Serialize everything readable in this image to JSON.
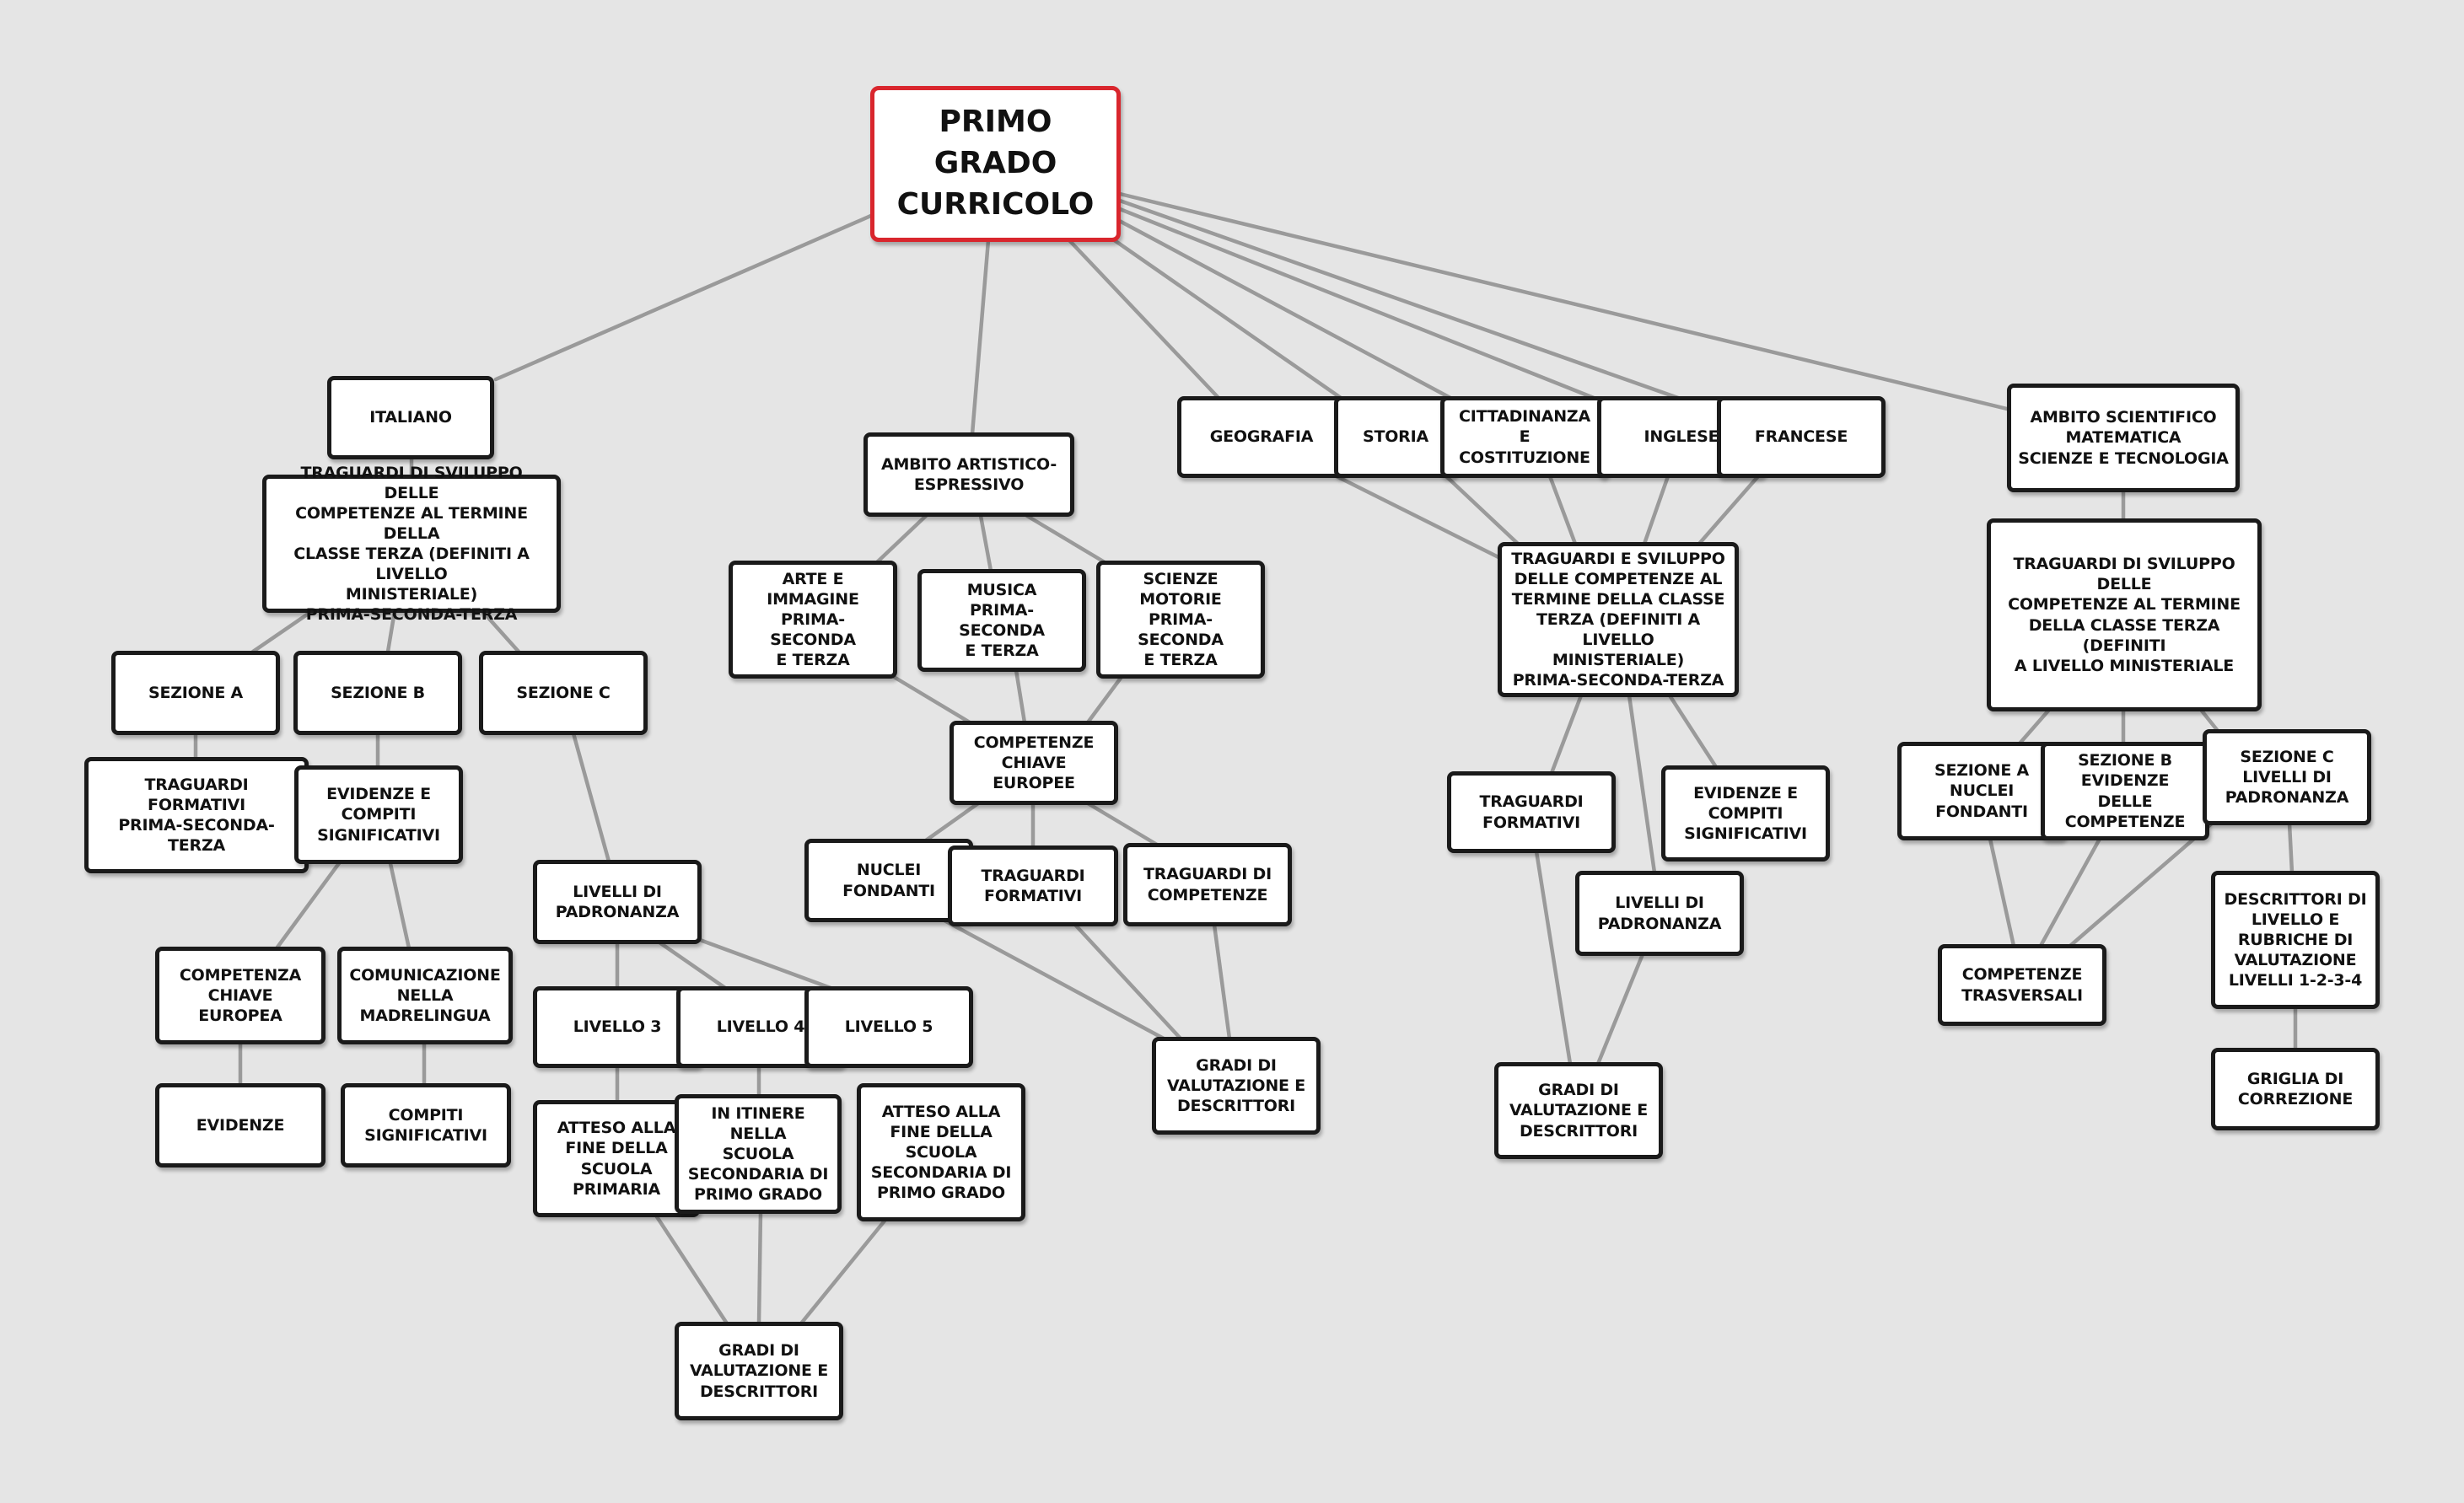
{
  "colors": {
    "background": "#e5e5e5",
    "node_border": "#1a1a1a",
    "root_border": "#d9262d",
    "connector": "#9a9a9a"
  },
  "nodes": {
    "root": "PRIMO\nGRADO\nCURRICOLO",
    "italiano": "ITALIANO",
    "ita_traguardi": "TRAGUARDI DI SVILUPPO DELLE\nCOMPETENZE AL TERMINE DELLA\nCLASSE TERZA (DEFINITI A LIVELLO\nMINISTERIALE)\nPRIMA-SECONDA-TERZA",
    "ita_sez_a": "SEZIONE A",
    "ita_sez_b": "SEZIONE B",
    "ita_sez_c": "SEZIONE C",
    "ita_traguardi_formativi": "TRAGUARDI FORMATIVI\nPRIMA-SECONDA-TERZA",
    "ita_evidenze": "EVIDENZE E\nCOMPITI\nSIGNIFICATIVI",
    "ita_competenza_chiave": "COMPETENZA\nCHIAVE\nEUROPEA",
    "ita_comunicazione": "COMUNICAZIONE\nNELLA\nMADRELINGUA",
    "ita_evidenze2": "EVIDENZE",
    "ita_compiti": "COMPITI\nSIGNIFICATIVI",
    "ita_livelli_padronanza": "LIVELLI DI\nPADRONANZA",
    "ita_livello3": "LIVELLO 3",
    "ita_livello4": "LIVELLO 4",
    "ita_livello5": "LIVELLO 5",
    "ita_atteso_primaria": "ATTESO ALLA\nFINE DELLA\nSCUOLA\nPRIMARIA",
    "ita_in_itinere": "IN ITINERE NELLA\nSCUOLA\nSECONDARIA DI\nPRIMO GRADO",
    "ita_atteso_secondaria": "ATTESO ALLA\nFINE DELLA\nSCUOLA\nSECONDARIA DI\nPRIMO GRADO",
    "ita_gradi": "GRADI DI\nVALUTAZIONE E\nDESCRITTORI",
    "artistico": "AMBITO ARTISTICO-\nESPRESSIVO",
    "arte": "ARTE E\nIMMAGINE\nPRIMA-SECONDA\nE TERZA",
    "musica": "MUSICA\nPRIMA-SECONDA\nE TERZA",
    "motorie": "SCIENZE\nMOTORIE\nPRIMA-SECONDA\nE TERZA",
    "art_competenze_chiave": "COMPETENZE\nCHIAVE EUROPEE",
    "art_nuclei": "NUCLEI\nFONDANTI",
    "art_traguardi_formativi": "TRAGUARDI\nFORMATIVI",
    "art_traguardi_competenze": "TRAGUARDI DI\nCOMPETENZE",
    "art_gradi": "GRADI DI\nVALUTAZIONE E\nDESCRITTORI",
    "geografia": "GEOGRAFIA",
    "storia": "STORIA",
    "cittadinanza": "CITTADINANZA E\nCOSTITUZIONE",
    "inglese": "INGLESE",
    "francese": "FRANCESE",
    "mid_traguardi": "TRAGUARDI E SVILUPPO\nDELLE COMPETENZE AL\nTERMINE DELLA CLASSE\nTERZA (DEFINITI A LIVELLO\nMINISTERIALE)\nPRIMA-SECONDA-TERZA",
    "mid_traguardi_formativi": "TRAGUARDI\nFORMATIVI",
    "mid_evidenze": "EVIDENZE E\nCOMPITI\nSIGNIFICATIVI",
    "mid_livelli": "LIVELLI DI\nPADRONANZA",
    "mid_gradi": "GRADI DI\nVALUTAZIONE E\nDESCRITTORI",
    "scientifico": "AMBITO SCIENTIFICO\nMATEMATICA\nSCIENZE E TECNOLOGIA",
    "sci_traguardi": "TRAGUARDI DI SVILUPPO DELLE\nCOMPETENZE AL TERMINE\nDELLA CLASSE TERZA (DEFINITI\nA LIVELLO MINISTERIALE",
    "sci_sez_a": "SEZIONE A\nNUCLEI\nFONDANTI",
    "sci_sez_b": "SEZIONE B\nEVIDENZE DELLE\nCOMPETENZE",
    "sci_sez_c": "SEZIONE C\nLIVELLI DI\nPADRONANZA",
    "sci_competenze_trasversali": "COMPETENZE\nTRASVERSALI",
    "sci_descrittori": "DESCRITTORI DI\nLIVELLO E\nRUBRICHE DI\nVALUTAZIONE\nLIVELLI 1-2-3-4",
    "sci_griglia": "GRIGLIA DI\nCORREZIONE"
  }
}
